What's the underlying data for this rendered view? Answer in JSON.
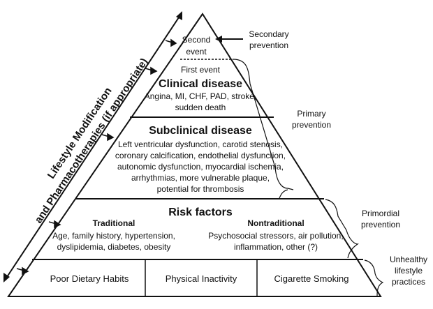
{
  "pyramid": {
    "second_event": [
      "Second",
      "event"
    ],
    "first_event": "First event",
    "clinical": {
      "title": "Clinical disease",
      "lines": [
        "Angina, MI, CHF, PAD, stroke,",
        "sudden death"
      ]
    },
    "subclinical": {
      "title": "Subclinical disease",
      "lines": [
        "Left ventricular dysfunction, carotid stenosis,",
        "coronary calcification, endothelial dysfunction,",
        "autonomic dysfunction, myocardial ischemia,",
        "arrhythmias, more vulnerable plaque,",
        "potential for thrombosis"
      ]
    },
    "risk_factors": {
      "title": "Risk factors",
      "traditional": {
        "heading": "Traditional",
        "lines": [
          "Age, family history, hypertension,",
          "dyslipidemia, diabetes, obesity"
        ]
      },
      "nontraditional": {
        "heading": "Nontraditional",
        "lines": [
          "Psychosocial stressors, air pollution,",
          "inflammation, other (?)"
        ]
      }
    },
    "base": [
      "Poor Dietary Habits",
      "Physical Inactivity",
      "Cigarette Smoking"
    ]
  },
  "left_label": [
    "Lifestyle Modification",
    "and Pharmacotherapies (if appropriate)"
  ],
  "right_labels": {
    "secondary": [
      "Secondary",
      "prevention"
    ],
    "primary": [
      "Primary",
      "prevention"
    ],
    "primordial": [
      "Primordial",
      "prevention"
    ],
    "unhealthy": [
      "Unhealthy",
      "lifestyle",
      "practices"
    ]
  }
}
